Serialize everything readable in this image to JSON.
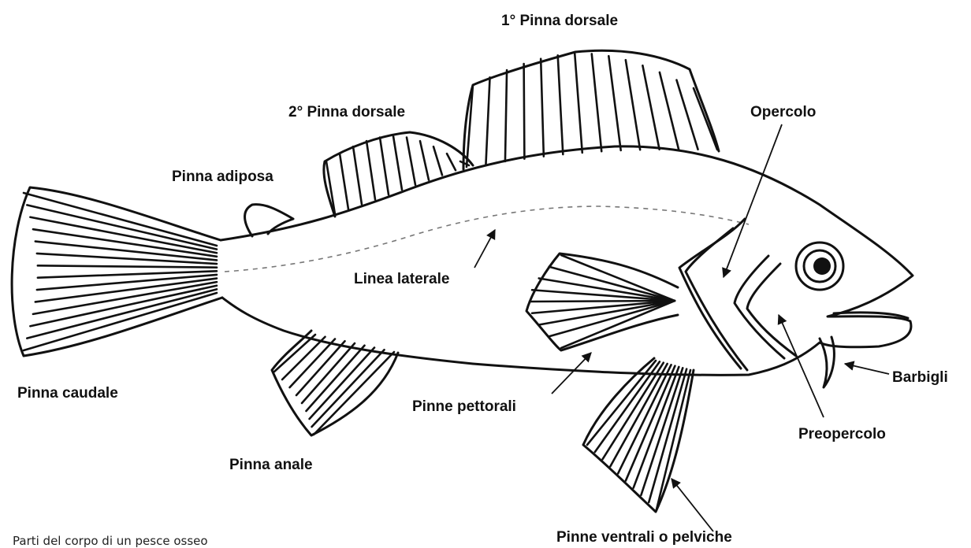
{
  "title": "",
  "caption": "Parti del corpo di un pesce osseo",
  "labels": {
    "dorsal1": "1° Pinna dorsale",
    "dorsal2": "2° Pinna dorsale",
    "opercolo": "Opercolo",
    "adiposa": "Pinna adiposa",
    "linea": "Linea laterale",
    "caudale": "Pinna caudale",
    "pettorali": "Pinne pettorali",
    "barbigli": "Barbigli",
    "preopercolo": "Preopercolo",
    "anale": "Pinna anale",
    "ventrali": "Pinne ventrali o pelviche"
  }
}
